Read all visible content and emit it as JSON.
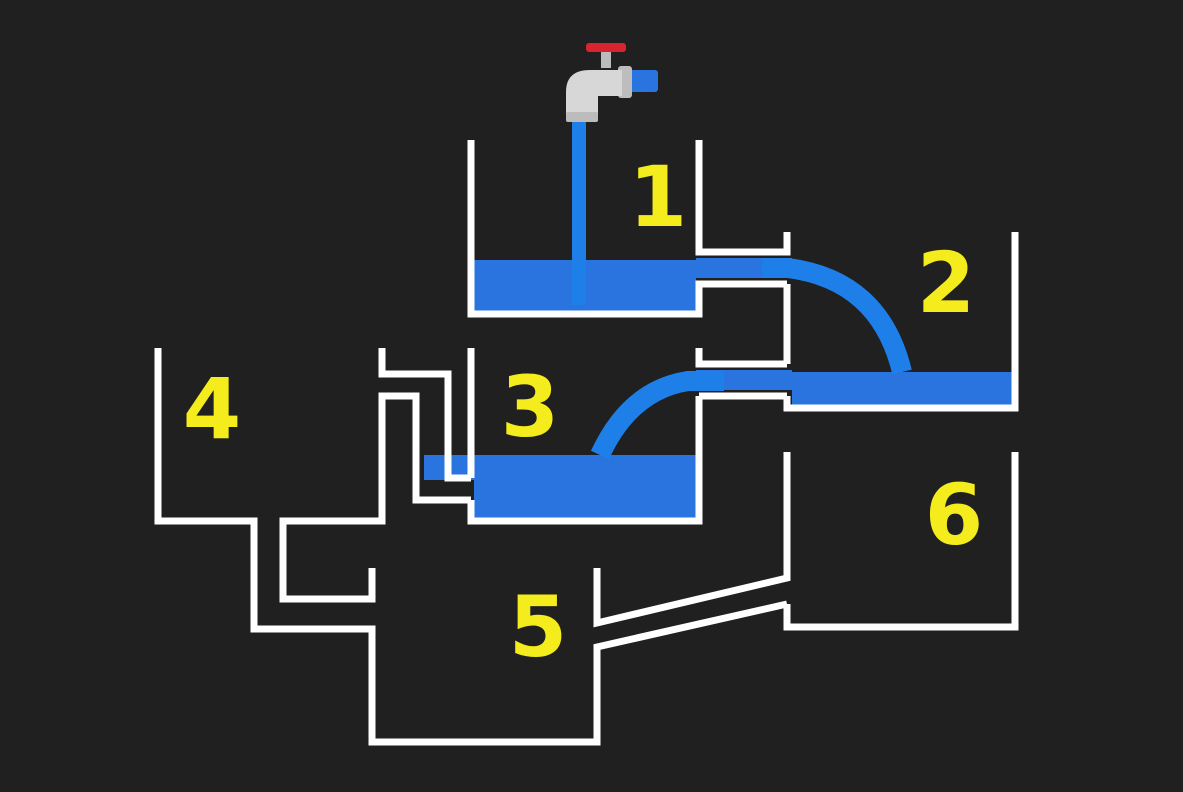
{
  "colors": {
    "background": "#202020",
    "wall": "#ffffff",
    "water": "#2a74e0",
    "water_stream": "#1e7fe8",
    "label": "#f4ec1c",
    "faucet_body": "#d7d7d7",
    "faucet_handle": "#d8242f",
    "faucet_outlet": "#2a74e0"
  },
  "faucet": {
    "icon": "water-faucet-icon"
  },
  "tanks": [
    {
      "id": "tank-1",
      "label": "1"
    },
    {
      "id": "tank-2",
      "label": "2"
    },
    {
      "id": "tank-3",
      "label": "3"
    },
    {
      "id": "tank-4",
      "label": "4"
    },
    {
      "id": "tank-5",
      "label": "5"
    },
    {
      "id": "tank-6",
      "label": "6"
    }
  ]
}
